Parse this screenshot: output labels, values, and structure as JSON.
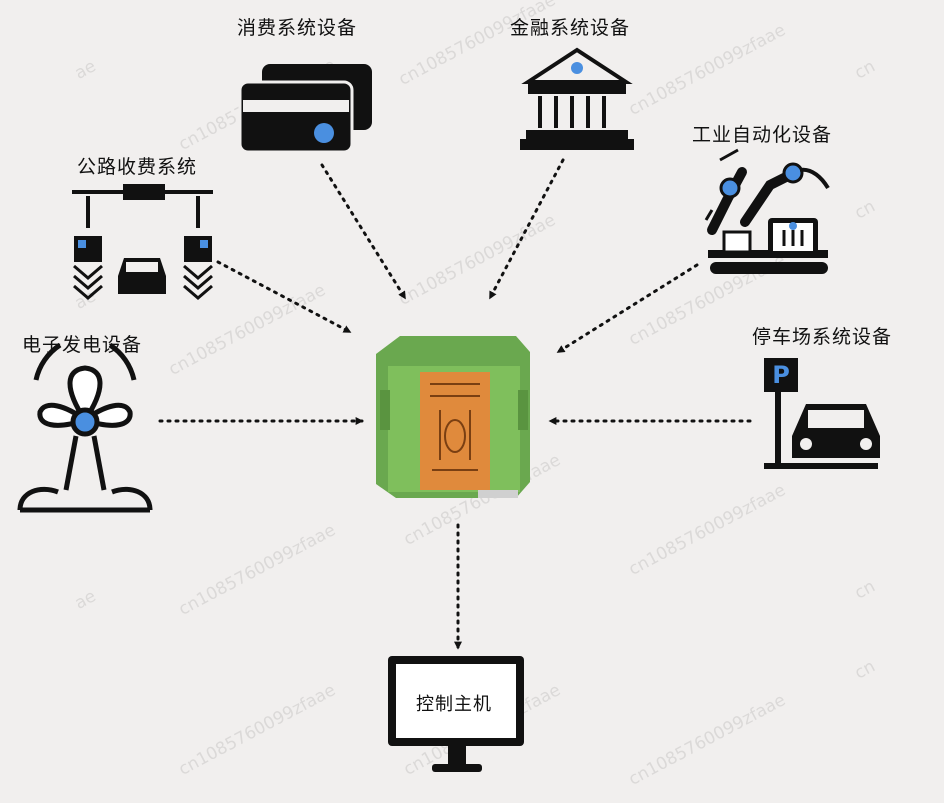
{
  "nodes": {
    "consumer": "消费系统设备",
    "financial": "金融系统设备",
    "toll": "公路收费系统",
    "industrial": "工业自动化设备",
    "power": "电子发电设备",
    "parking": "停车场系统设备",
    "host": "控制主机"
  },
  "parking_sign": "P",
  "watermark": "cn1085760099zfaae",
  "watermark_fragment_ae": "ae",
  "watermark_fragment_cn": "cn",
  "colors": {
    "background": "#f1efee",
    "accent_blue": "#4a8fe0",
    "module_green": "#6aa84f",
    "module_orange": "#e08a3c"
  }
}
